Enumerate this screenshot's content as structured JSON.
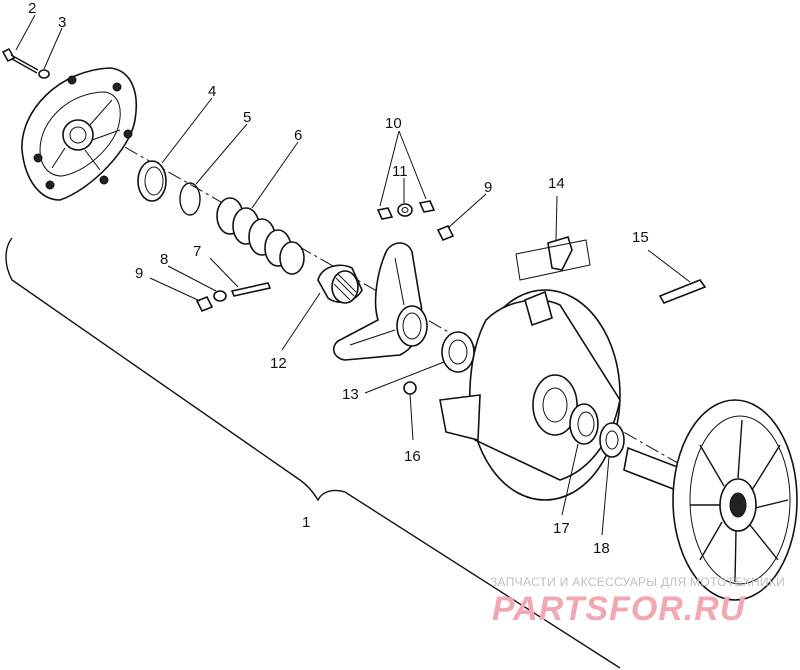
{
  "callouts": {
    "n1": "1",
    "n2": "2",
    "n3": "3",
    "n4": "4",
    "n5": "5",
    "n6": "6",
    "n7": "7",
    "n8": "8",
    "n9a": "9",
    "n9b": "9",
    "n10": "10",
    "n11": "11",
    "n12": "12",
    "n13": "13",
    "n14": "14",
    "n15": "15",
    "n16": "16",
    "n17": "17",
    "n18": "18"
  },
  "watermark": {
    "caption": "ЗАПЧАСТИ И АКСЕССУАРЫ ДЛЯ МОТОТЕХНИКИ",
    "logo": "PARTSFOR.RU"
  },
  "colors": {
    "line": "#111111",
    "watermark_caption": "#bfbfbf",
    "watermark_logo": "#f2a7b2"
  }
}
